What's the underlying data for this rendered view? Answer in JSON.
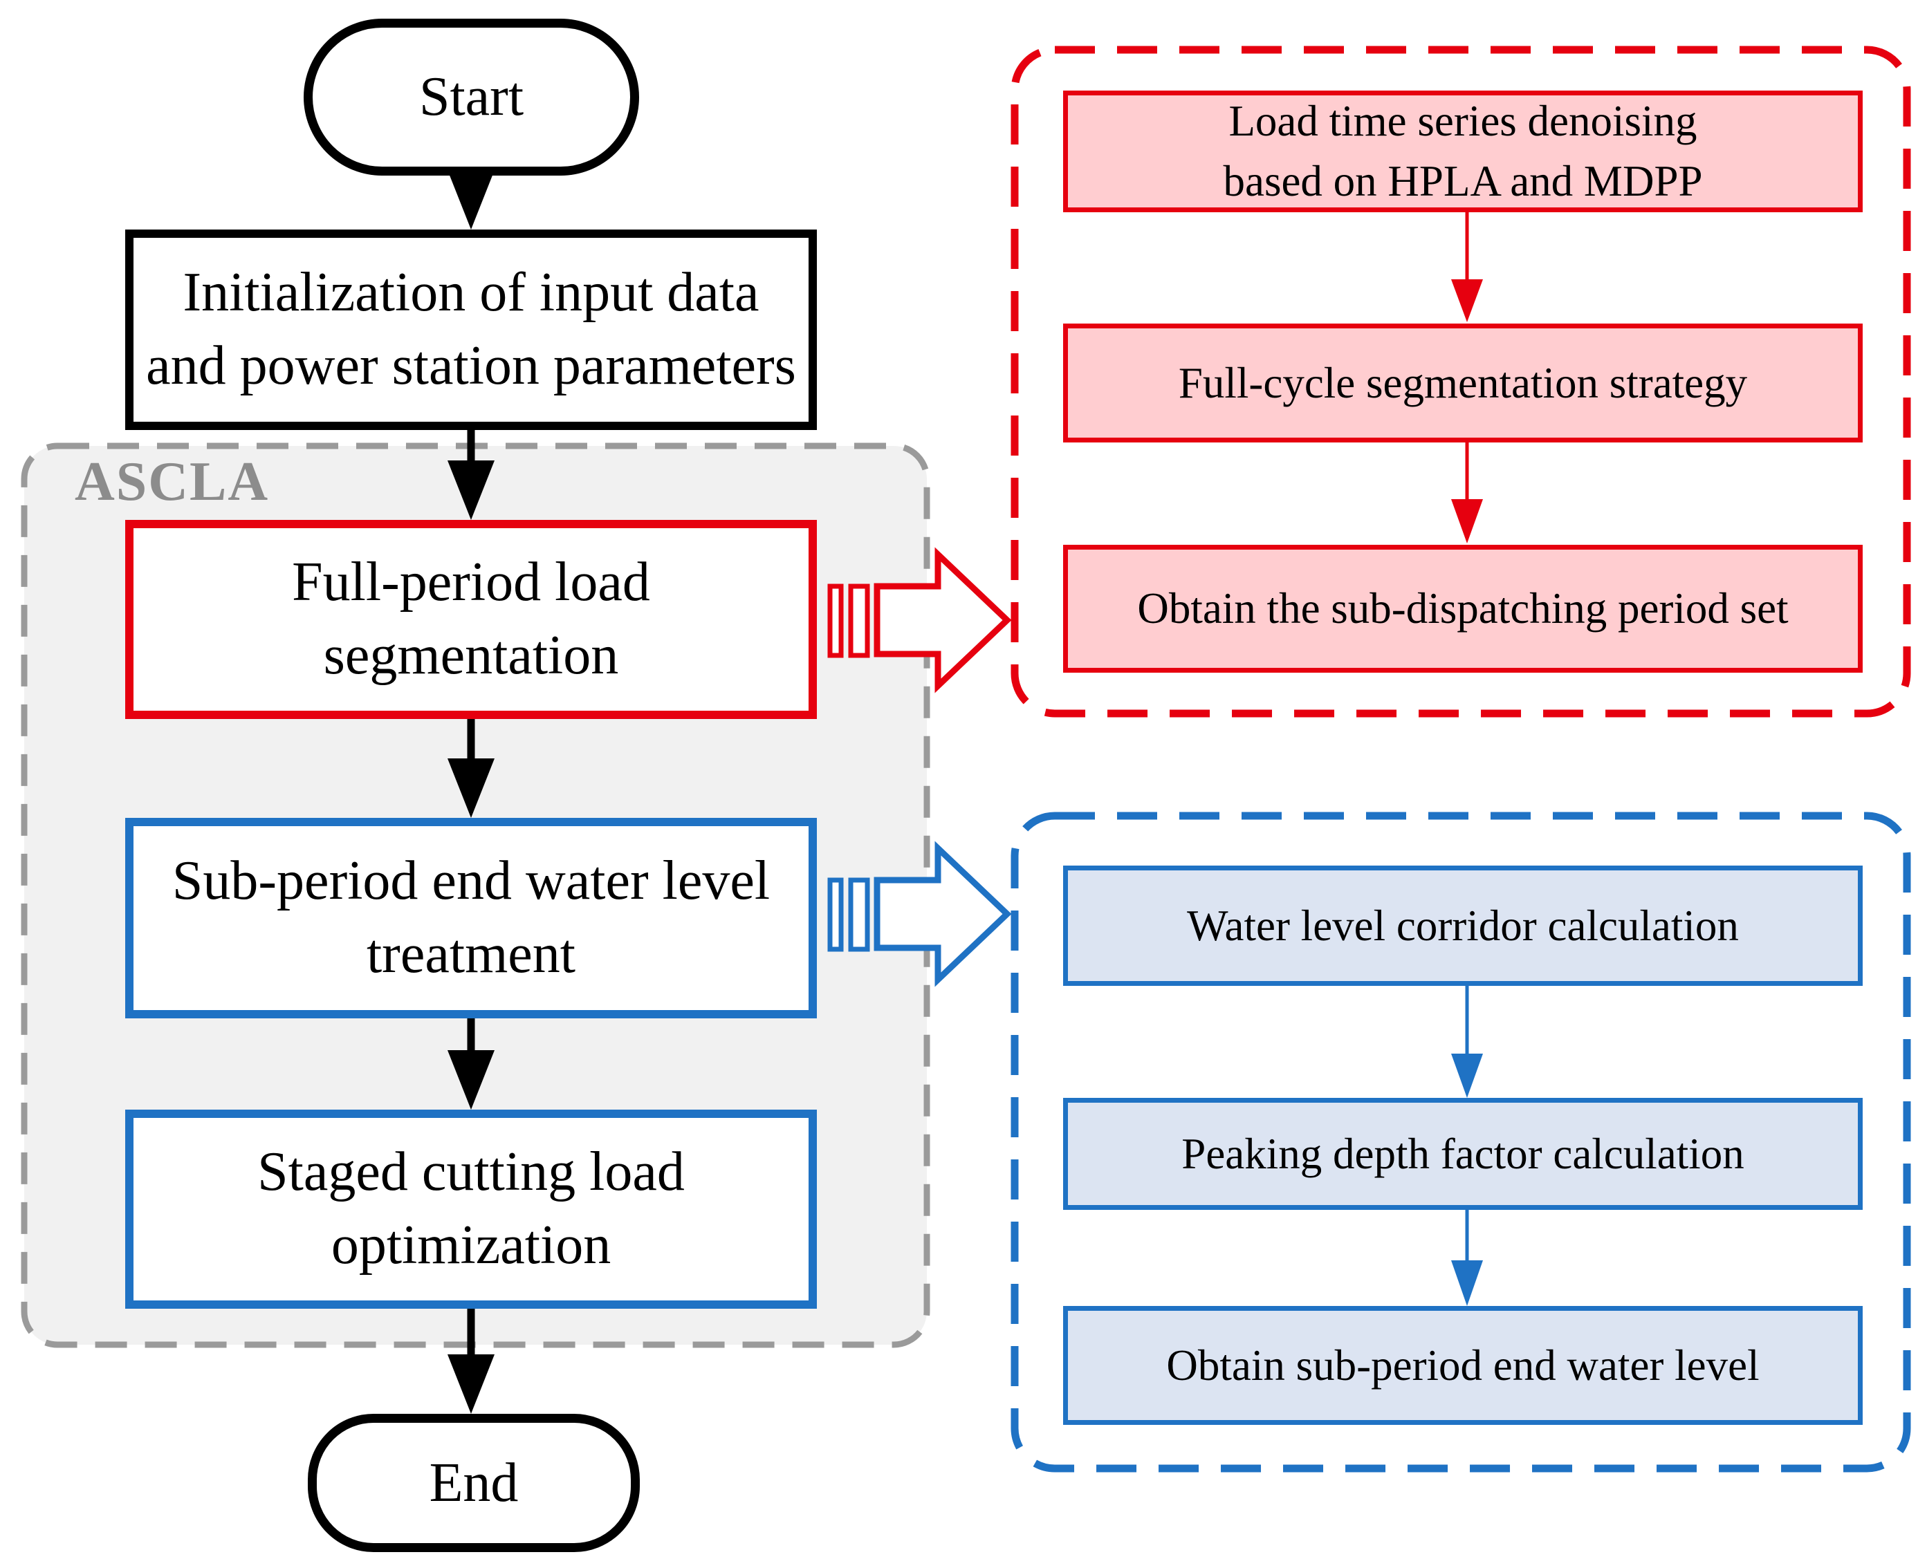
{
  "figure": {
    "kind": "flowchart",
    "algorithm_label": "ASCLA"
  },
  "colors": {
    "accent_red": "#e6000f",
    "pink_fill": "#ffcdd0",
    "accent_blue": "#1f72c4",
    "light_blue_fill": "#dce4f2",
    "gray_dash": "#9a9a9a",
    "gray_label": "#8c8c8c",
    "panel_fill": "#f1f1f1",
    "black": "#000000"
  },
  "left_flow": {
    "start_label": "Start",
    "init_lines": [
      "Initialization of input data",
      "and power station parameters"
    ],
    "ascla_label": "ASCLA",
    "full_period_lines": [
      "Full-period load",
      "segmentation"
    ],
    "sub_period_lines": [
      "Sub-period end water level",
      "treatment"
    ],
    "staged_lines": [
      "Staged cutting load",
      "optimization"
    ],
    "end_label": "End"
  },
  "red_panel": {
    "boxes": [
      {
        "lines": [
          "Load time series denoising",
          "based on HPLA and MDPP"
        ]
      },
      {
        "lines": [
          "Full-cycle segmentation strategy"
        ]
      },
      {
        "lines": [
          "Obtain the sub-dispatching period set"
        ]
      }
    ]
  },
  "blue_panel": {
    "boxes": [
      {
        "lines": [
          "Water level corridor calculation"
        ]
      },
      {
        "lines": [
          "Peaking depth factor calculation"
        ]
      },
      {
        "lines": [
          "Obtain sub-period end water level"
        ]
      }
    ]
  }
}
